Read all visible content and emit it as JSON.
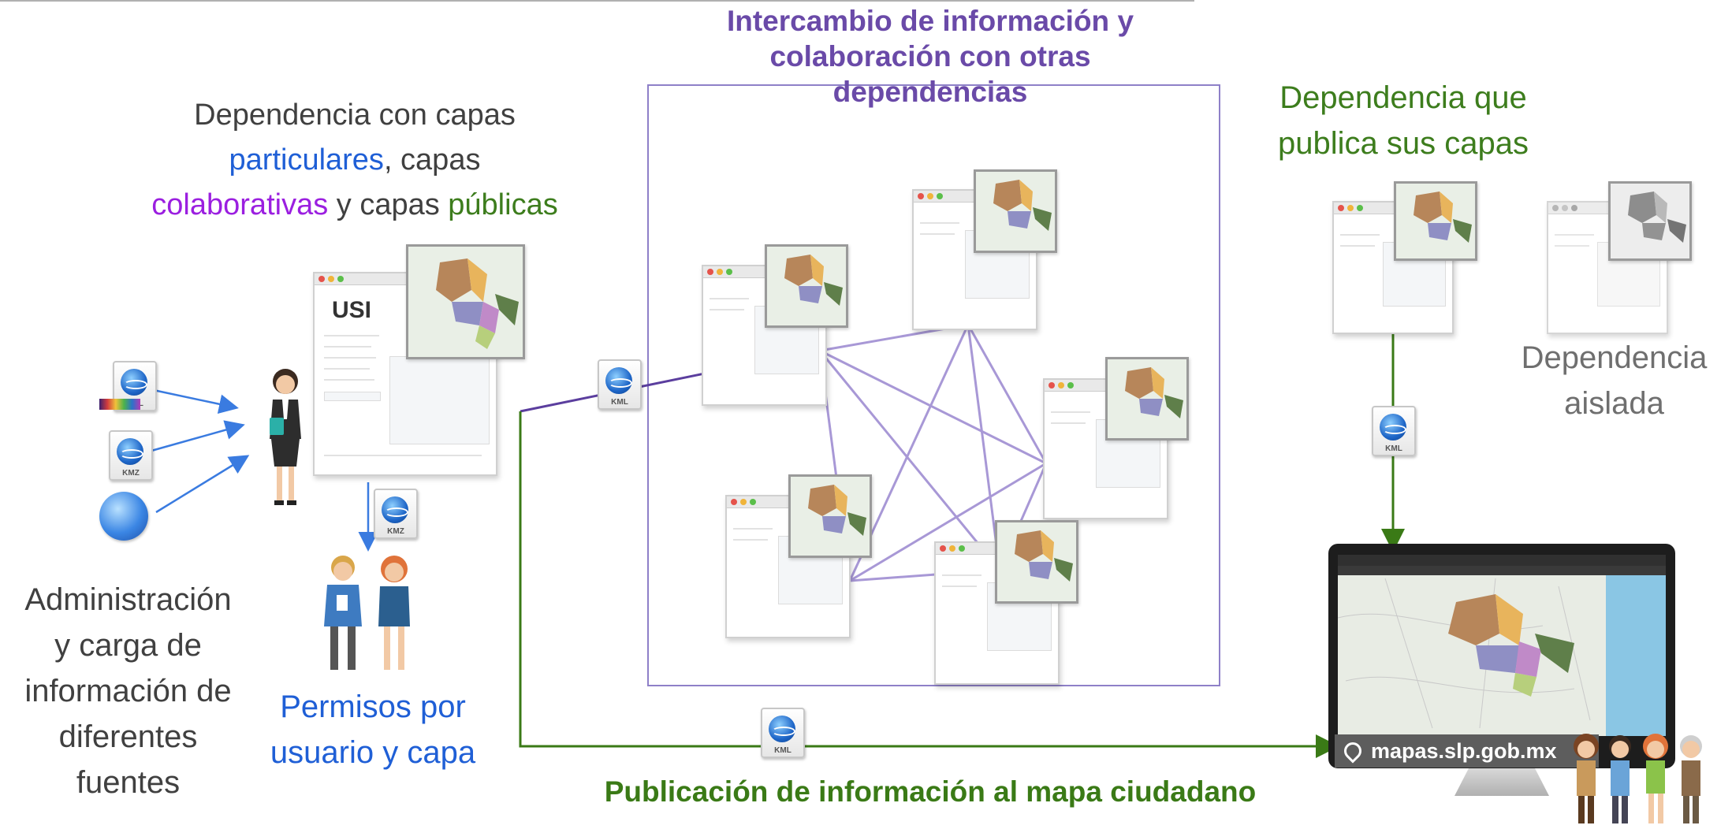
{
  "titles": {
    "intercambio_lines": [
      "Intercambio de información y",
      "colaboración con otras",
      "dependencias"
    ],
    "dependencia_capas_line1": "Dependencia con capas",
    "particulares": "particulares",
    "capas_comma": ", capas",
    "colaborativas": "colaborativas",
    "y_capas": " y capas ",
    "publicas": "públicas",
    "publica_lines": [
      "Dependencia que",
      "publica sus capas"
    ],
    "aislada_lines": [
      "Dependencia",
      "aislada"
    ],
    "administracion_lines": [
      "Administración",
      "y carga de",
      "información de",
      "diferentes",
      "fuentes"
    ],
    "permisos_lines": [
      "Permisos por",
      "usuario y capa"
    ],
    "publicacion": "Publicación de información al mapa ciudadano",
    "usi": "USI",
    "url": "mapas.slp.gob.mx"
  },
  "file_labels": {
    "kml": "KML",
    "kmz": "KMZ"
  },
  "colors": {
    "dark_text": "#404040",
    "blue": "#1f5fd6",
    "purple": "#9b1fe0",
    "green": "#3d7d1d",
    "violet": "#6a4aa8",
    "network_lines": "#a898d6",
    "arrow_blue": "#3a7be0",
    "arrow_green": "#3a7a16",
    "box_border": "#8e80c8"
  },
  "icons": [
    "kml-file-icon",
    "kmz-file-icon",
    "google-earth-icon",
    "color-ramp-icon",
    "location-pin-icon",
    "woman-icon",
    "man-icon",
    "citizens-icon",
    "monitor-icon"
  ]
}
